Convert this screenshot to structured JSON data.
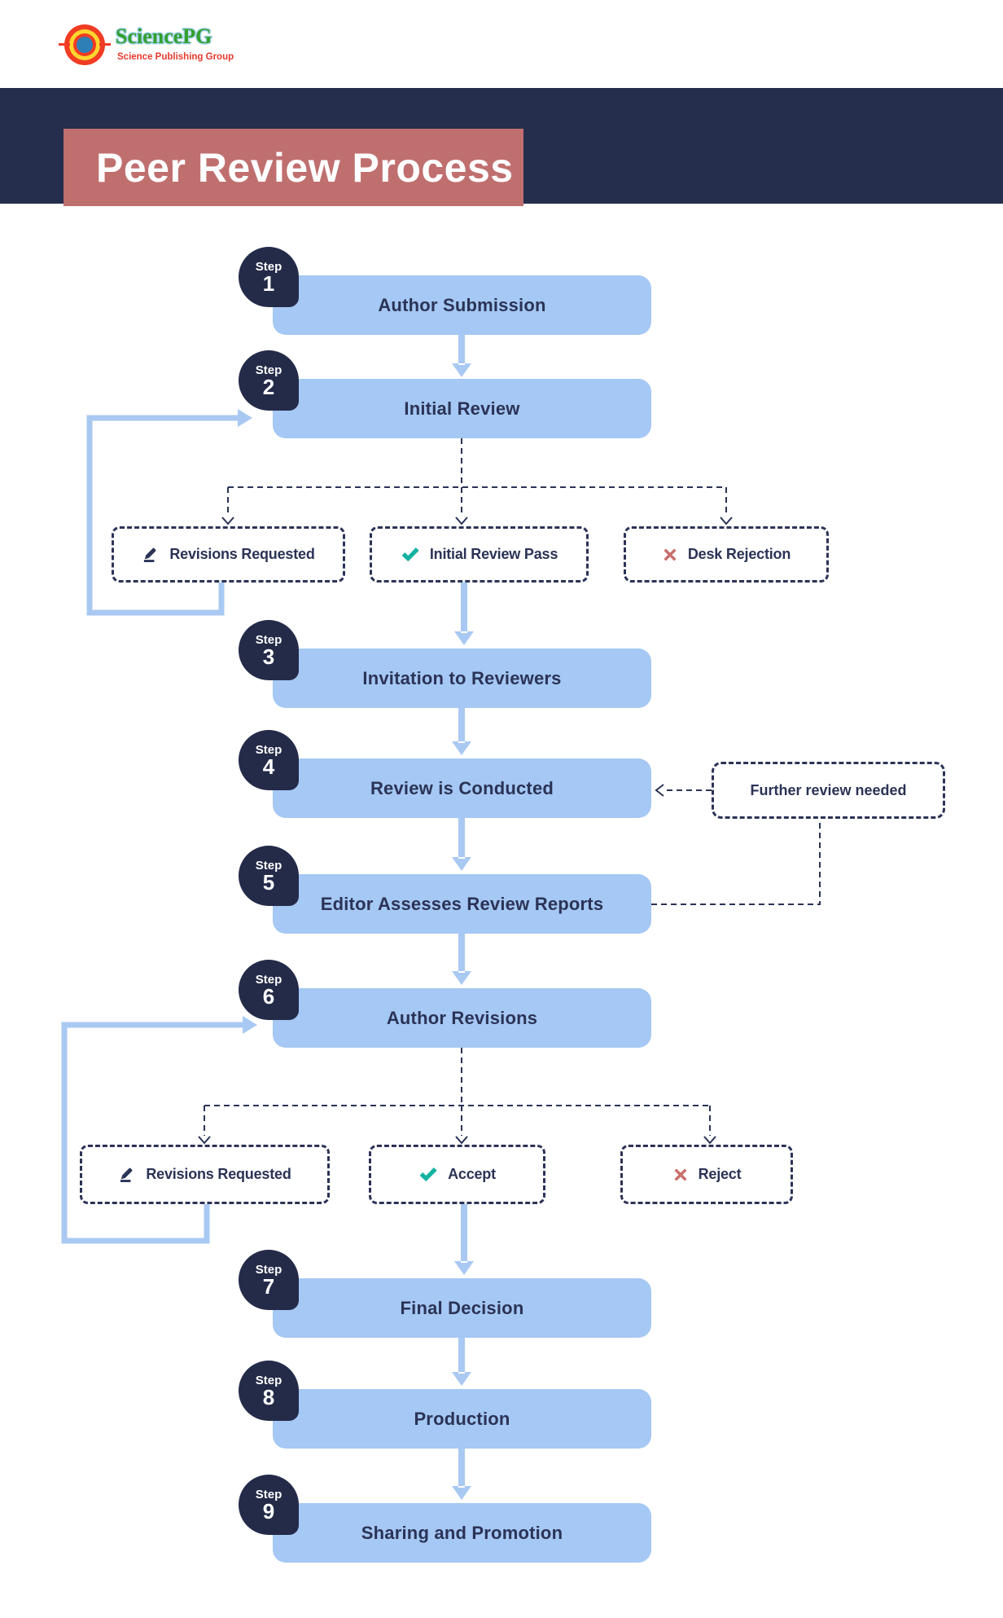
{
  "logo": {
    "name": "SciencePG",
    "tagline": "Science Publishing Group"
  },
  "header": {
    "title": "Peer Review Process"
  },
  "steps": [
    {
      "badge": "Step",
      "num": "1",
      "label": "Author Submission"
    },
    {
      "badge": "Step",
      "num": "2",
      "label": "Initial Review"
    },
    {
      "badge": "Step",
      "num": "3",
      "label": "Invitation to Reviewers"
    },
    {
      "badge": "Step",
      "num": "4",
      "label": "Review is Conducted"
    },
    {
      "badge": "Step",
      "num": "5",
      "label": "Editor Assesses Review Reports"
    },
    {
      "badge": "Step",
      "num": "6",
      "label": "Author Revisions"
    },
    {
      "badge": "Step",
      "num": "7",
      "label": "Final Decision"
    },
    {
      "badge": "Step",
      "num": "8",
      "label": "Production"
    },
    {
      "badge": "Step",
      "num": "9",
      "label": "Sharing and Promotion"
    }
  ],
  "branches": {
    "initial_review": [
      {
        "label": "Revisions Requested",
        "icon": "pencil-icon"
      },
      {
        "label": "Initial Review Pass",
        "icon": "check-icon"
      },
      {
        "label": "Desk Rejection",
        "icon": "x-icon"
      }
    ],
    "author_revisions": [
      {
        "label": "Revisions Requested",
        "icon": "pencil-icon"
      },
      {
        "label": "Accept",
        "icon": "check-icon"
      },
      {
        "label": "Reject",
        "icon": "x-icon"
      }
    ]
  },
  "annotations": {
    "further_review": "Further review needed"
  },
  "colors": {
    "navy_band": "#262e4e",
    "badge_navy": "#242b49",
    "title_rose": "#c06f6f",
    "node_blue": "#a5c8f4",
    "arrow_blue": "#a9c9f3",
    "text_navy": "#2b3356",
    "check_teal": "#12b3a0",
    "reject_red": "#c96f6b",
    "logo_green": "#33a02c",
    "logo_red": "#e8392e"
  }
}
